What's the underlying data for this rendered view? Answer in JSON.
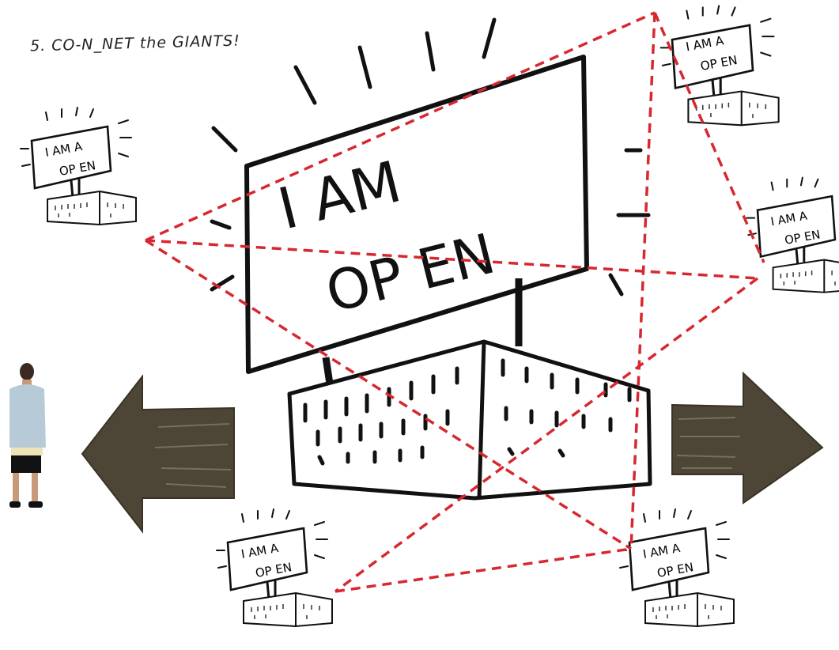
{
  "heading": "5. CO-N_NET the GIANTS!",
  "main_building": {
    "sign_line_1": "I AM",
    "sign_line_2": "OP EN"
  },
  "small_building": {
    "sign_line_1": "I AM A",
    "sign_line_2": "OP EN"
  },
  "colors": {
    "ink": "#111111",
    "link_line": "#d7282f",
    "arrow": "#4d4535"
  },
  "icons": [
    "person-figure",
    "arrow-left-icon",
    "arrow-right-icon"
  ]
}
